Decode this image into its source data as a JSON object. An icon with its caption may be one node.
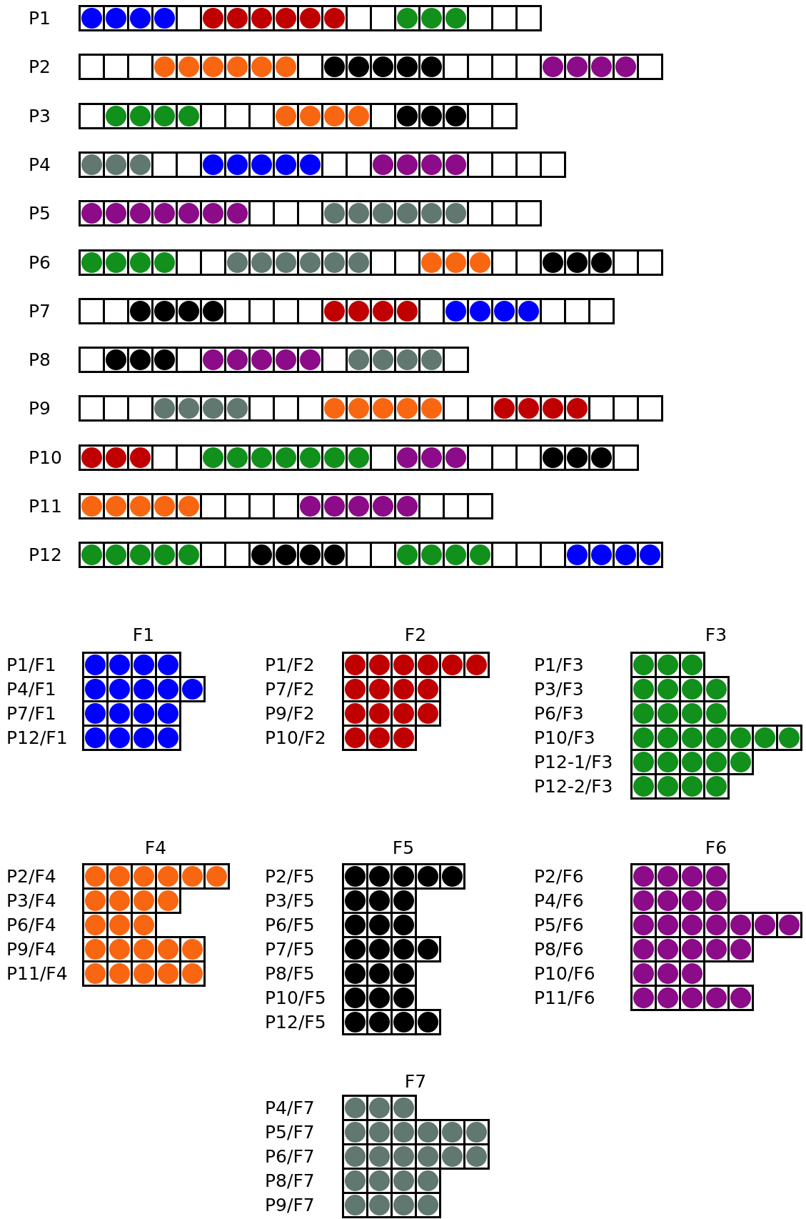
{
  "diagram": {
    "labels": [
      "F1",
      "F2",
      "F3",
      "F4",
      "F5",
      "F6",
      "F7"
    ],
    "nodes": [
      {
        "text": [
          "P1"
        ]
      },
      {
        "text": [],
        "shape": "circle",
        "in": 0
      },
      {
        "text": [],
        "shape": "circle",
        "in": 0
      },
      {
        "text": [],
        "shape": "circle",
        "in": 0
      },
      {
        "text": [],
        "shape": "circle",
        "in": 0
      },
      {
        "text": [],
        "shape": "box",
        "in": 0
      },
      {
        "text": [],
        "shape": "circle",
        "in": 0
      },
      {
        "text": [],
        "shape": "circle",
        "in": 0
      },
      {
        "text": [],
        "shape": "circle",
        "in": 0
      },
      {
        "text": [],
        "shape": "circle",
        "in": 0
      },
      {
        "text": [],
        "shape": "circle",
        "in": 0
      },
      {
        "text": [],
        "shape": "circle",
        "in": 0
      },
      {
        "text": [],
        "shape": "box",
        "in": 0
      },
      {
        "text": [],
        "shape": "box",
        "in": 0
      },
      {
        "text": [],
        "shape": "circle",
        "in": 0
      },
      {
        "text": [],
        "shape": "circle",
        "in": 0
      },
      {
        "text": [],
        "shape": "circle",
        "in": 0
      },
      {
        "text": [],
        "shape": "box",
        "in": 0
      },
      {
        "text": [],
        "shape": "box",
        "in": 0
      },
      {
        "text": [],
        "shape": "box",
        "in": 0
      },
      {
        "text": [
          "P2"
        ]
      },
      {
        "text": [],
        "shape": "box",
        "in": 20
      },
      {
        "text": [],
        "shape": "box",
        "in": 20
      },
      {
        "text": [],
        "shape": "box",
        "in": 20
      },
      {
        "text": [],
        "shape": "circle",
        "in": 20
      },
      {
        "text": [],
        "shape": "circle",
        "in": 20
      },
      {
        "text": [],
        "shape": "circle",
        "in": 20
      },
      {
        "text": [],
        "shape": "circle",
        "in": 20
      },
      {
        "text": [],
        "shape": "circle",
        "in": 20
      },
      {
        "text": [],
        "shape": "circle",
        "in": 20
      },
      {
        "text": [],
        "shape": "box",
        "in": 20
      },
      {
        "text": [],
        "shape": "circle",
        "in": 20
      },
      {
        "text": [],
        "shape": "circle",
        "in": 20
      },
      {
        "text": [],
        "shape": "circle",
        "in": 20
      },
      {
        "text": [],
        "shape": "circle",
        "in": 20
      },
      {
        "text": [],
        "shape": "circle",
        "in": 20
      },
      {
        "text": [],
        "shape": "box",
        "in": 20
      },
      {
        "text": [],
        "shape": "box",
        "in": 20
      },
      {
        "text": [],
        "shape": "box",
        "in": 20
      },
      {
        "text": [],
        "shape": "box",
        "in": 20
      },
      {
        "text": [],
        "shape": "circle",
        "in": 20
      },
      {
        "text": [],
        "shape": "circle",
        "in": 20
      },
      {
        "text": [],
        "shape": "circle",
        "in": 20
      },
      {
        "text": [],
        "shape": "circle",
        "in": 20
      },
      {
        "text": [],
        "shape": "box",
        "in": 20
      },
      {
        "text": [
          "P3"
        ]
      },
      {
        "text": [],
        "shape": "box",
        "in": 45
      },
      {
        "text": [],
        "shape": "circle",
        "in": 45
      },
      {
        "text": [],
        "shape": "circle",
        "in": 45
      },
      {
        "text": [],
        "shape": "circle",
        "in": 45
      },
      {
        "text": [],
        "shape": "circle",
        "in": 45
      },
      {
        "text": [],
        "shape": "box",
        "in": 45
      },
      {
        "text": [],
        "shape": "box",
        "in": 45
      },
      {
        "text": [],
        "shape": "box",
        "in": 45
      },
      {
        "text": [],
        "shape": "circle",
        "in": 45
      },
      {
        "text": [],
        "shape": "circle",
        "in": 45
      },
      {
        "text": [],
        "shape": "circle",
        "in": 45
      },
      {
        "text": [],
        "shape": "circle",
        "in": 45
      },
      {
        "text": [],
        "shape": "box",
        "in": 45
      },
      {
        "text": [],
        "shape": "circle",
        "in": 45
      },
      {
        "text": [],
        "shape": "circle",
        "in": 45
      },
      {
        "text": [],
        "shape": "circle",
        "in": 45
      },
      {
        "text": [],
        "shape": "box",
        "in": 45
      },
      {
        "text": [],
        "shape": "box",
        "in": 45
      },
      {
        "text": [
          "P4"
        ]
      },
      {
        "text": [],
        "shape": "circle",
        "in": 64
      },
      {
        "text": [],
        "shape": "circle",
        "in": 64
      },
      {
        "text": [],
        "shape": "circle",
        "in": 64
      },
      {
        "text": [],
        "shape": "box",
        "in": 64
      },
      {
        "text": [],
        "shape": "box",
        "in": 64
      },
      {
        "text": [],
        "shape": "circle",
        "in": 64
      },
      {
        "text": [],
        "shape": "circle",
        "in": 64
      },
      {
        "text": [],
        "shape": "circle",
        "in": 64
      },
      {
        "text": [],
        "shape": "circle",
        "in": 64
      },
      {
        "text": [],
        "shape": "circle",
        "in": 64
      },
      {
        "text": [],
        "shape": "box",
        "in": 64
      },
      {
        "text": [],
        "shape": "box",
        "in": 64
      },
      {
        "text": [],
        "shape": "circle",
        "in": 64
      },
      {
        "text": [],
        "shape": "circle",
        "in": 64
      },
      {
        "text": [],
        "shape": "circle",
        "in": 64
      },
      {
        "text": [],
        "shape": "circle",
        "in": 64
      },
      {
        "text": [],
        "shape": "box",
        "in": 64
      },
      {
        "text": [],
        "shape": "box",
        "in": 64
      },
      {
        "text": [],
        "shape": "box",
        "in": 64
      },
      {
        "text": [],
        "shape": "box",
        "in": 64
      },
      {
        "text": [
          "P5"
        ]
      },
      {
        "text": [],
        "shape": "circle",
        "in": 85
      },
      {
        "text": [],
        "shape": "circle",
        "in": 85
      },
      {
        "text": [],
        "shape": "circle",
        "in": 85
      },
      {
        "text": [],
        "shape": "circle",
        "in": 85
      },
      {
        "text": [],
        "shape": "circle",
        "in": 85
      },
      {
        "text": [],
        "shape": "circle",
        "in": 85
      },
      {
        "text": [],
        "shape": "circle",
        "in": 85
      },
      {
        "text": [],
        "shape": "box",
        "in": 85
      },
      {
        "text": [],
        "shape": "box",
        "in": 85
      },
      {
        "text": [],
        "shape": "box",
        "in": 85
      },
      {
        "text": [],
        "shape": "circle",
        "in": 85
      },
      {
        "text": [],
        "shape": "circle",
        "in": 85
      },
      {
        "text": [],
        "shape": "circle",
        "in": 85
      },
      {
        "text": [],
        "shape": "circle",
        "in": 85
      },
      {
        "text": [],
        "shape": "circle",
        "in": 85
      },
      {
        "text": [],
        "shape": "circle",
        "in": 85
      },
      {
        "text": [],
        "shape": "box",
        "in": 85
      },
      {
        "text": [],
        "shape": "box",
        "in": 85
      },
      {
        "text": [],
        "shape": "box",
        "in": 85
      },
      {
        "text": [
          "P6"
        ]
      },
      {
        "text": [],
        "shape": "circle",
        "in": 105
      },
      {
        "text": [],
        "shape": "circle",
        "in": 105
      },
      {
        "text": [],
        "shape": "circle",
        "in": 105
      },
      {
        "text": [],
        "shape": "circle",
        "in": 105
      },
      {
        "text": [],
        "shape": "box",
        "in": 105
      },
      {
        "text": [],
        "shape": "box",
        "in": 105
      },
      {
        "text": [],
        "shape": "circle",
        "in": 105
      },
      {
        "text": [],
        "shape": "circle",
        "in": 105
      },
      {
        "text": [],
        "shape": "circle",
        "in": 105
      },
      {
        "text": [],
        "shape": "circle",
        "in": 105
      },
      {
        "text": [],
        "shape": "circle",
        "in": 105
      },
      {
        "text": [],
        "shape": "circle",
        "in": 105
      },
      {
        "text": [],
        "shape": "box",
        "in": 105
      },
      {
        "text": [],
        "shape": "box",
        "in": 105
      },
      {
        "text": [],
        "shape": "circle",
        "in": 105
      },
      {
        "text": [],
        "shape": "circle",
        "in": 105
      },
      {
        "text": [],
        "shape": "circle",
        "in": 105
      },
      {
        "text": [],
        "shape": "box",
        "in": 105
      },
      {
        "text": [],
        "shape": "box",
        "in": 105
      },
      {
        "text": [],
        "shape": "circle",
        "in": 105
      },
      {
        "text": [],
        "shape": "circle",
        "in": 105
      },
      {
        "text": [],
        "shape": "circle",
        "in": 105
      },
      {
        "text": [],
        "shape": "box",
        "in": 105
      },
      {
        "text": [],
        "shape": "box",
        "in": 105
      },
      {
        "text": [
          "P7"
        ]
      },
      {
        "text": [],
        "shape": "box",
        "in": 130
      },
      {
        "text": [],
        "shape": "box",
        "in": 130
      },
      {
        "text": [],
        "shape": "circle",
        "in": 130
      },
      {
        "text": [],
        "shape": "circle",
        "in": 130
      },
      {
        "text": [],
        "shape": "circle",
        "in": 130
      },
      {
        "text": [],
        "shape": "circle",
        "in": 130
      },
      {
        "text": [],
        "shape": "box",
        "in": 130
      },
      {
        "text": [],
        "shape": "box",
        "in": 130
      },
      {
        "text": [],
        "shape": "box",
        "in": 130
      },
      {
        "text": [],
        "shape": "box",
        "in": 130
      },
      {
        "text": [],
        "shape": "circle",
        "in": 130
      },
      {
        "text": [],
        "shape": "circle",
        "in": 130
      },
      {
        "text": [],
        "shape": "circle",
        "in": 130
      },
      {
        "text": [],
        "shape": "circle",
        "in": 130
      },
      {
        "text": [],
        "shape": "box",
        "in": 130
      },
      {
        "text": [],
        "shape": "circle",
        "in": 130
      },
      {
        "text": [],
        "shape": "circle",
        "in": 130
      },
      {
        "text": [],
        "shape": "circle",
        "in": 130
      },
      {
        "text": [],
        "shape": "circle",
        "in": 130
      },
      {
        "text": [],
        "shape": "box",
        "in": 130
      },
      {
        "text": [],
        "shape": "box",
        "in": 130
      },
      {
        "text": [],
        "shape": "box",
        "in": 130
      },
      {
        "text": [
          "P8"
        ]
      },
      {
        "text": [],
        "shape": "box",
        "in": 153
      },
      {
        "text": [],
        "shape": "circle",
        "in": 153
      },
      {
        "text": [],
        "shape": "circle",
        "in": 153
      },
      {
        "text": [],
        "shape": "circle",
        "in": 153
      },
      {
        "text": [],
        "shape": "box",
        "in": 153
      },
      {
        "text": [],
        "shape": "circle",
        "in": 153
      },
      {
        "text": [],
        "shape": "circle",
        "in": 153
      },
      {
        "text": [],
        "shape": "circle",
        "in": 153
      },
      {
        "text": [],
        "shape": "circle",
        "in": 153
      },
      {
        "text": [],
        "shape": "circle",
        "in": 153
      },
      {
        "text": [],
        "shape": "box",
        "in": 153
      },
      {
        "text": [],
        "shape": "circle",
        "in": 153
      },
      {
        "text": [],
        "shape": "circle",
        "in": 153
      },
      {
        "text": [],
        "shape": "circle",
        "in": 153
      },
      {
        "text": [],
        "shape": "circle",
        "in": 153
      },
      {
        "text": [],
        "shape": "box",
        "in": 153
      },
      {
        "text": [
          "P9"
        ]
      },
      {
        "text": [],
        "shape": "box",
        "in": 170
      },
      {
        "text": [],
        "shape": "box",
        "in": 170
      },
      {
        "text": [],
        "shape": "box",
        "in": 170
      },
      {
        "text": [],
        "shape": "circle",
        "in": 170
      },
      {
        "text": [],
        "shape": "circle",
        "in": 170
      },
      {
        "text": [],
        "shape": "circle",
        "in": 170
      },
      {
        "text": [],
        "shape": "circle",
        "in": 170
      },
      {
        "text": [],
        "shape": "box",
        "in": 170
      },
      {
        "text": [],
        "shape": "box",
        "in": 170
      },
      {
        "text": [],
        "shape": "box",
        "in": 170
      },
      {
        "text": [],
        "shape": "circle",
        "in": 170
      },
      {
        "text": [],
        "shape": "circle",
        "in": 170
      },
      {
        "text": [],
        "shape": "circle",
        "in": 170
      },
      {
        "text": [],
        "shape": "circle",
        "in": 170
      },
      {
        "text": [],
        "shape": "circle",
        "in": 170
      },
      {
        "text": [],
        "shape": "box",
        "in": 170
      },
      {
        "text": [],
        "shape": "box",
        "in": 170
      },
      {
        "text": [],
        "shape": "circle",
        "in": 170
      },
      {
        "text": [],
        "shape": "circle",
        "in": 170
      },
      {
        "text": [],
        "shape": "circle",
        "in": 170
      },
      {
        "text": [],
        "shape": "circle",
        "in": 170
      },
      {
        "text": [],
        "shape": "box",
        "in": 170
      },
      {
        "text": [],
        "shape": "box",
        "in": 170
      },
      {
        "text": [],
        "shape": "box",
        "in": 170
      },
      {
        "text": [
          "P10"
        ]
      },
      {
        "text": [],
        "shape": "circle",
        "in": 195
      },
      {
        "text": [],
        "shape": "circle",
        "in": 195
      },
      {
        "text": [],
        "shape": "circle",
        "in": 195
      },
      {
        "text": [],
        "shape": "box",
        "in": 195
      },
      {
        "text": [],
        "shape": "box",
        "in": 195
      },
      {
        "text": [],
        "shape": "circle",
        "in": 195
      },
      {
        "text": [],
        "shape": "circle",
        "in": 195
      },
      {
        "text": [],
        "shape": "circle",
        "in": 195
      },
      {
        "text": [],
        "shape": "circle",
        "in": 195
      },
      {
        "text": [],
        "shape": "circle",
        "in": 195
      },
      {
        "text": [],
        "shape": "circle",
        "in": 195
      },
      {
        "text": [],
        "shape": "circle",
        "in": 195
      },
      {
        "text": [],
        "shape": "box",
        "in": 195
      },
      {
        "text": [],
        "shape": "circle",
        "in": 195
      },
      {
        "text": [],
        "shape": "circle",
        "in": 195
      },
      {
        "text": [],
        "shape": "circle",
        "in": 195
      },
      {
        "text": [],
        "shape": "box",
        "in": 195
      },
      {
        "text": [],
        "shape": "box",
        "in": 195
      },
      {
        "text": [],
        "shape": "box",
        "in": 195
      },
      {
        "text": [],
        "shape": "circle",
        "in": 195
      },
      {
        "text": [],
        "shape": "circle",
        "in": 195
      },
      {
        "text": [],
        "shape": "circle",
        "in": 195
      },
      {
        "text": [],
        "shape": "box",
        "in": 195
      },
      {
        "text": [
          "P11"
        ]
      },
      {
        "text": [],
        "shape": "circle",
        "in": 219
      },
      {
        "text": [],
        "shape": "circle",
        "in": 219
      },
      {
        "text": [],
        "shape": "circle",
        "in": 219
      },
      {
        "text": [],
        "shape": "circle",
        "in": 219
      },
      {
        "text": [],
        "shape": "circle",
        "in": 219
      },
      {
        "text": [],
        "shape": "box",
        "in": 219
      },
      {
        "text": [],
        "shape": "box",
        "in": 219
      },
      {
        "text": [],
        "shape": "box",
        "in": 219
      },
      {
        "text": [],
        "shape": "box",
        "in": 219
      },
      {
        "text": [],
        "shape": "circle",
        "in": 219
      },
      {
        "text": [],
        "shape": "circle",
        "in": 219
      },
      {
        "text": [],
        "shape": "circle",
        "in": 219
      },
      {
        "text": [],
        "shape": "circle",
        "in": 219
      },
      {
        "text": [],
        "shape": "circle",
        "in": 219
      },
      {
        "text": [],
        "shape": "box",
        "in": 219
      },
      {
        "text": [],
        "shape": "box",
        "in": 219
      },
      {
        "text": [],
        "shape": "box",
        "in": 219
      },
      {
        "text": [
          "P12"
        ]
      },
      {
        "text": [],
        "shape": "circle",
        "in": 237
      },
      {
        "text": [],
        "shape": "circle",
        "in": 237
      },
      {
        "text": [],
        "shape": "circle",
        "in": 237
      },
      {
        "text": [],
        "shape": "circle",
        "in": 237
      },
      {
        "text": [],
        "shape": "circle",
        "in": 237
      },
      {
        "text": [],
        "shape": "box",
        "in": 237
      },
      {
        "text": [],
        "shape": "box",
        "in": 237
      },
      {
        "text": [],
        "shape": "circle",
        "in": 237
      },
      {
        "text": [],
        "shape": "circle",
        "in": 237
      },
      {
        "text": [],
        "shape": "circle",
        "in": 237
      },
      {
        "text": [],
        "shape": "circle",
        "in": 237
      },
      {
        "text": [],
        "shape": "box",
        "in": 237
      },
      {
        "text": [],
        "shape": "box",
        "in": 237
      },
      {
        "text": [],
        "shape": "circle",
        "in": 237
      },
      {
        "text": [],
        "shape": "circle",
        "in": 237
      },
      {
        "text": [],
        "shape": "circle",
        "in": 237
      },
      {
        "text": [],
        "shape": "circle",
        "in": 237
      },
      {
        "text": [],
        "shape": "box",
        "in": 237
      },
      {
        "text": [],
        "shape": "box",
        "in": 237
      },
      {
        "text": [],
        "shape": "box",
        "in": 237
      },
      {
        "text": [],
        "shape": "circle",
        "in": 237
      },
      {
        "text": [],
        "shape": "circle",
        "in": 237
      },
      {
        "text": [],
        "shape": "circle",
        "in": 237
      },
      {
        "text": [],
        "shape": "circle",
        "in": 237
      },
      {
        "text": [
          "P1/F1"
        ]
      },
      {
        "text": [],
        "shape": "circle",
        "in": 262
      },
      {
        "text": [],
        "shape": "circle",
        "in": 262
      },
      {
        "text": [],
        "shape": "circle",
        "in": 262
      },
      {
        "text": [],
        "shape": "circle",
        "in": 262
      },
      {
        "text": [
          "P4/F1"
        ]
      },
      {
        "text": [],
        "shape": "circle",
        "in": 267
      },
      {
        "text": [],
        "shape": "circle",
        "in": 267
      },
      {
        "text": [],
        "shape": "circle",
        "in": 267
      },
      {
        "text": [],
        "shape": "circle",
        "in": 267
      },
      {
        "text": [],
        "shape": "circle",
        "in": 267
      },
      {
        "text": [
          "P7/F1"
        ]
      },
      {
        "text": [],
        "shape": "circle",
        "in": 273
      },
      {
        "text": [],
        "shape": "circle",
        "in": 273
      },
      {
        "text": [],
        "shape": "circle",
        "in": 273
      },
      {
        "text": [],
        "shape": "circle",
        "in": 273
      },
      {
        "text": [
          "P12/F1"
        ]
      },
      {
        "text": [],
        "shape": "circle",
        "in": 278
      },
      {
        "text": [],
        "shape": "circle",
        "in": 278
      },
      {
        "text": [],
        "shape": "circle",
        "in": 278
      },
      {
        "text": [],
        "shape": "circle",
        "in": 278
      },
      {
        "text": [
          "P1/F2"
        ]
      },
      {
        "text": [],
        "shape": "circle",
        "in": 283
      },
      {
        "text": [],
        "shape": "circle",
        "in": 283
      },
      {
        "text": [],
        "shape": "circle",
        "in": 283
      },
      {
        "text": [],
        "shape": "circle",
        "in": 283
      },
      {
        "text": [],
        "shape": "circle",
        "in": 283
      },
      {
        "text": [],
        "shape": "circle",
        "in": 283
      },
      {
        "text": [
          "P7/F2"
        ]
      },
      {
        "text": [],
        "shape": "circle",
        "in": 290
      },
      {
        "text": [],
        "shape": "circle",
        "in": 290
      },
      {
        "text": [],
        "shape": "circle",
        "in": 290
      },
      {
        "text": [],
        "shape": "circle",
        "in": 290
      },
      {
        "text": [
          "P9/F2"
        ]
      },
      {
        "text": [],
        "shape": "circle",
        "in": 295
      },
      {
        "text": [],
        "shape": "circle",
        "in": 295
      },
      {
        "text": [],
        "shape": "circle",
        "in": 295
      },
      {
        "text": [],
        "shape": "circle",
        "in": 295
      },
      {
        "text": [
          "P10/F2"
        ]
      },
      {
        "text": [],
        "shape": "circle",
        "in": 300
      },
      {
        "text": [],
        "shape": "circle",
        "in": 300
      },
      {
        "text": [],
        "shape": "circle",
        "in": 300
      },
      {
        "text": [
          "P1/F3"
        ]
      },
      {
        "text": [],
        "shape": "circle",
        "in": 304
      },
      {
        "text": [],
        "shape": "circle",
        "in": 304
      },
      {
        "text": [],
        "shape": "circle",
        "in": 304
      },
      {
        "text": [
          "P3/F3"
        ]
      },
      {
        "text": [],
        "shape": "circle",
        "in": 308
      },
      {
        "text": [],
        "shape": "circle",
        "in": 308
      },
      {
        "text": [],
        "shape": "circle",
        "in": 308
      },
      {
        "text": [],
        "shape": "circle",
        "in": 308
      },
      {
        "text": [
          "P6/F3"
        ]
      },
      {
        "text": [],
        "shape": "circle",
        "in": 313
      },
      {
        "text": [],
        "shape": "circle",
        "in": 313
      },
      {
        "text": [],
        "shape": "circle",
        "in": 313
      },
      {
        "text": [],
        "shape": "circle",
        "in": 313
      },
      {
        "text": [
          "P10/F3"
        ]
      },
      {
        "text": [],
        "shape": "circle",
        "in": 318
      },
      {
        "text": [],
        "shape": "circle",
        "in": 318
      },
      {
        "text": [],
        "shape": "circle",
        "in": 318
      },
      {
        "text": [],
        "shape": "circle",
        "in": 318
      },
      {
        "text": [],
        "shape": "circle",
        "in": 318
      },
      {
        "text": [],
        "shape": "circle",
        "in": 318
      },
      {
        "text": [],
        "shape": "circle",
        "in": 318
      },
      {
        "text": [
          "P12-1/F3"
        ]
      },
      {
        "text": [],
        "shape": "circle",
        "in": 326
      },
      {
        "text": [],
        "shape": "circle",
        "in": 326
      },
      {
        "text": [],
        "shape": "circle",
        "in": 326
      },
      {
        "text": [],
        "shape": "circle",
        "in": 326
      },
      {
        "text": [],
        "shape": "circle",
        "in": 326
      },
      {
        "text": [
          "P12-2/F3"
        ]
      },
      {
        "text": [],
        "shape": "circle",
        "in": 332
      },
      {
        "text": [],
        "shape": "circle",
        "in": 332
      },
      {
        "text": [],
        "shape": "circle",
        "in": 332
      },
      {
        "text": [],
        "shape": "circle",
        "in": 332
      },
      {
        "text": [
          "P2/F4"
        ]
      },
      {
        "text": [],
        "shape": "circle",
        "in": 337
      },
      {
        "text": [],
        "shape": "circle",
        "in": 337
      },
      {
        "text": [],
        "shape": "circle",
        "in": 337
      },
      {
        "text": [],
        "shape": "circle",
        "in": 337
      },
      {
        "text": [],
        "shape": "circle",
        "in": 337
      },
      {
        "text": [],
        "shape": "circle",
        "in": 337
      },
      {
        "text": [
          "P3/F4"
        ]
      },
      {
        "text": [],
        "shape": "circle",
        "in": 344
      },
      {
        "text": [],
        "shape": "circle",
        "in": 344
      },
      {
        "text": [],
        "shape": "circle",
        "in": 344
      },
      {
        "text": [],
        "shape": "circle",
        "in": 344
      },
      {
        "text": [
          "P6/F4"
        ]
      },
      {
        "text": [],
        "shape": "circle",
        "in": 349
      },
      {
        "text": [],
        "shape": "circle",
        "in": 349
      },
      {
        "text": [],
        "shape": "circle",
        "in": 349
      },
      {
        "text": [
          "P9/F4"
        ]
      },
      {
        "text": [],
        "shape": "circle",
        "in": 353
      },
      {
        "text": [],
        "shape": "circle",
        "in": 353
      },
      {
        "text": [],
        "shape": "circle",
        "in": 353
      },
      {
        "text": [],
        "shape": "circle",
        "in": 353
      },
      {
        "text": [],
        "shape": "circle",
        "in": 353
      },
      {
        "text": [
          "P11/F4"
        ]
      },
      {
        "text": [],
        "shape": "circle",
        "in": 359
      },
      {
        "text": [],
        "shape": "circle",
        "in": 359
      },
      {
        "text": [],
        "shape": "circle",
        "in": 359
      },
      {
        "text": [],
        "shape": "circle",
        "in": 359
      },
      {
        "text": [],
        "shape": "circle",
        "in": 359
      },
      {
        "text": [
          "P2/F5"
        ]
      },
      {
        "text": [],
        "shape": "circle",
        "in": 365
      },
      {
        "text": [],
        "shape": "circle",
        "in": 365
      },
      {
        "text": [],
        "shape": "circle",
        "in": 365
      },
      {
        "text": [],
        "shape": "circle",
        "in": 365
      },
      {
        "text": [],
        "shape": "circle",
        "in": 365
      },
      {
        "text": [
          "P3/F5"
        ]
      },
      {
        "text": [],
        "shape": "circle",
        "in": 371
      },
      {
        "text": [],
        "shape": "circle",
        "in": 371
      },
      {
        "text": [],
        "shape": "circle",
        "in": 371
      },
      {
        "text": [
          "P6/F5"
        ]
      },
      {
        "text": [],
        "shape": "circle",
        "in": 375
      },
      {
        "text": [],
        "shape": "circle",
        "in": 375
      },
      {
        "text": [],
        "shape": "circle",
        "in": 375
      },
      {
        "text": [
          "P7/F5"
        ]
      },
      {
        "text": [],
        "shape": "circle",
        "in": 379
      },
      {
        "text": [],
        "shape": "circle",
        "in": 379
      },
      {
        "text": [],
        "shape": "circle",
        "in": 379
      },
      {
        "text": [],
        "shape": "circle",
        "in": 379
      },
      {
        "text": [
          "P8/F5"
        ]
      },
      {
        "text": [],
        "shape": "circle",
        "in": 384
      },
      {
        "text": [],
        "shape": "circle",
        "in": 384
      },
      {
        "text": [],
        "shape": "circle",
        "in": 384
      },
      {
        "text": [
          "P10/F5"
        ]
      },
      {
        "text": [],
        "shape": "circle",
        "in": 388
      },
      {
        "text": [],
        "shape": "circle",
        "in": 388
      },
      {
        "text": [],
        "shape": "circle",
        "in": 388
      },
      {
        "text": [
          "P12/F5"
        ]
      },
      {
        "text": [],
        "shape": "circle",
        "in": 392
      },
      {
        "text": [],
        "shape": "circle",
        "in": 392
      },
      {
        "text": [],
        "shape": "circle",
        "in": 392
      },
      {
        "text": [],
        "shape": "circle",
        "in": 392
      },
      {
        "text": [
          "P2/F6"
        ]
      },
      {
        "text": [],
        "shape": "circle",
        "in": 397
      },
      {
        "text": [],
        "shape": "circle",
        "in": 397
      },
      {
        "text": [],
        "shape": "circle",
        "in": 397
      },
      {
        "text": [],
        "shape": "circle",
        "in": 397
      },
      {
        "text": [
          "P4/F6"
        ]
      },
      {
        "text": [],
        "shape": "circle",
        "in": 402
      },
      {
        "text": [],
        "shape": "circle",
        "in": 402
      },
      {
        "text": [],
        "shape": "circle",
        "in": 402
      },
      {
        "text": [],
        "shape": "circle",
        "in": 402
      },
      {
        "text": [
          "P5/F6"
        ]
      },
      {
        "text": [],
        "shape": "circle",
        "in": 407
      },
      {
        "text": [],
        "shape": "circle",
        "in": 407
      },
      {
        "text": [],
        "shape": "circle",
        "in": 407
      },
      {
        "text": [],
        "shape": "circle",
        "in": 407
      },
      {
        "text": [],
        "shape": "circle",
        "in": 407
      },
      {
        "text": [],
        "shape": "circle",
        "in": 407
      },
      {
        "text": [],
        "shape": "circle",
        "in": 407
      },
      {
        "text": [
          "P8/F6"
        ]
      },
      {
        "text": [],
        "shape": "circle",
        "in": 415
      },
      {
        "text": [],
        "shape": "circle",
        "in": 415
      },
      {
        "text": [],
        "shape": "circle",
        "in": 415
      },
      {
        "text": [],
        "shape": "circle",
        "in": 415
      },
      {
        "text": [],
        "shape": "circle",
        "in": 415
      },
      {
        "text": [
          "P10/F6"
        ]
      },
      {
        "text": [],
        "shape": "circle",
        "in": 421
      },
      {
        "text": [],
        "shape": "circle",
        "in": 421
      },
      {
        "text": [],
        "shape": "circle",
        "in": 421
      },
      {
        "text": [
          "P11/F6"
        ]
      },
      {
        "text": [],
        "shape": "circle",
        "in": 425
      },
      {
        "text": [],
        "shape": "circle",
        "in": 425
      },
      {
        "text": [],
        "shape": "circle",
        "in": 425
      },
      {
        "text": [],
        "shape": "circle",
        "in": 425
      },
      {
        "text": [],
        "shape": "circle",
        "in": 425
      },
      {
        "text": [
          "P4/F7"
        ]
      },
      {
        "text": [],
        "shape": "circle",
        "in": 431
      },
      {
        "text": [],
        "shape": "circle",
        "in": 431
      },
      {
        "text": [],
        "shape": "circle",
        "in": 431
      },
      {
        "text": [
          "P5/F7"
        ]
      },
      {
        "text": [],
        "shape": "circle",
        "in": 435
      },
      {
        "text": [],
        "shape": "circle",
        "in": 435
      },
      {
        "text": [],
        "shape": "circle",
        "in": 435
      },
      {
        "text": [],
        "shape": "circle",
        "in": 435
      },
      {
        "text": [],
        "shape": "circle",
        "in": 435
      },
      {
        "text": [],
        "shape": "circle",
        "in": 435
      },
      {
        "text": [
          "P6/F7"
        ]
      },
      {
        "text": [],
        "shape": "circle",
        "in": 442
      },
      {
        "text": [],
        "shape": "circle",
        "in": 442
      },
      {
        "text": [],
        "shape": "circle",
        "in": 442
      },
      {
        "text": [],
        "shape": "circle",
        "in": 442
      },
      {
        "text": [],
        "shape": "circle",
        "in": 442
      },
      {
        "text": [],
        "shape": "circle",
        "in": 442
      },
      {
        "text": [
          "P8/F7"
        ]
      },
      {
        "text": [],
        "shape": "circle",
        "in": 449
      },
      {
        "text": [],
        "shape": "circle",
        "in": 449
      },
      {
        "text": [],
        "shape": "circle",
        "in": 449
      },
      {
        "text": [],
        "shape": "circle",
        "in": 449
      },
      {
        "text": [
          "P9/F7"
        ]
      },
      {
        "text": [],
        "shape": "circle",
        "in": 454
      },
      {
        "text": [],
        "shape": "circle",
        "in": 454
      },
      {
        "text": [],
        "shape": "circle",
        "in": 454
      },
      {
        "text": [],
        "shape": "circle",
        "in": 454
      }
    ]
  }
}
